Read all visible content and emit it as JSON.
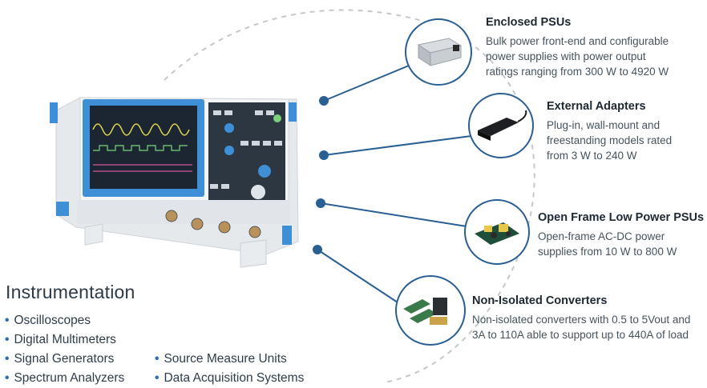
{
  "section_title": "Instrumentation",
  "instruments": [
    "Oscilloscopes",
    "Digital Multimeters",
    "Signal Generators",
    "Spectrum Analyzers",
    "Source Measure Units",
    "Data Acquisition Systems"
  ],
  "bullet": "•",
  "products": [
    {
      "title": "Enclosed PSUs",
      "description": "Bulk power front-end and configurable\npower supplies with power output\nratings ranging from 300 W to 4920 W"
    },
    {
      "title": "External Adapters",
      "description": "Plug-in, wall-mount and\nfreestanding models rated\nfrom 3 W to 240 W"
    },
    {
      "title": "Open Frame Low Power PSUs",
      "description": "Open-frame AC-DC power\nsupplies from 10 W to 800 W"
    },
    {
      "title": "Non-Isolated Converters",
      "description": "Non-isolated converters with 0.5 to 5Vout and\n3A to 110A able to support up to 440A of load"
    }
  ],
  "colors": {
    "accent": "#2d6cae",
    "connector": "#2a5f93",
    "dashed_arc": "#c4c8cc",
    "instrument_bezel": "#3f8fd6"
  }
}
